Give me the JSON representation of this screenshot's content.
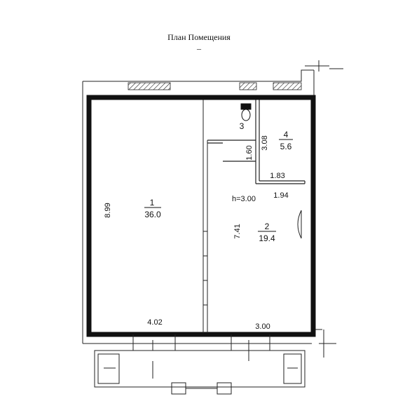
{
  "header": {
    "title": "План Помещения",
    "subtitle": "–"
  },
  "plan": {
    "ceiling_height": "h=3.00",
    "rooms": [
      {
        "number": "1",
        "area": "36.0"
      },
      {
        "number": "2",
        "area": "19.4"
      },
      {
        "number": "3",
        "area": ""
      },
      {
        "number": "4",
        "area": "5.6"
      }
    ],
    "dimensions": {
      "room1_height": "8.99",
      "room1_width": "4.02",
      "room2_height": "7.41",
      "room2_width": "3.00",
      "room4_width": "1.94",
      "room3_width": "1.83",
      "room3_height": "1.60",
      "room4_height": "3.08"
    }
  }
}
